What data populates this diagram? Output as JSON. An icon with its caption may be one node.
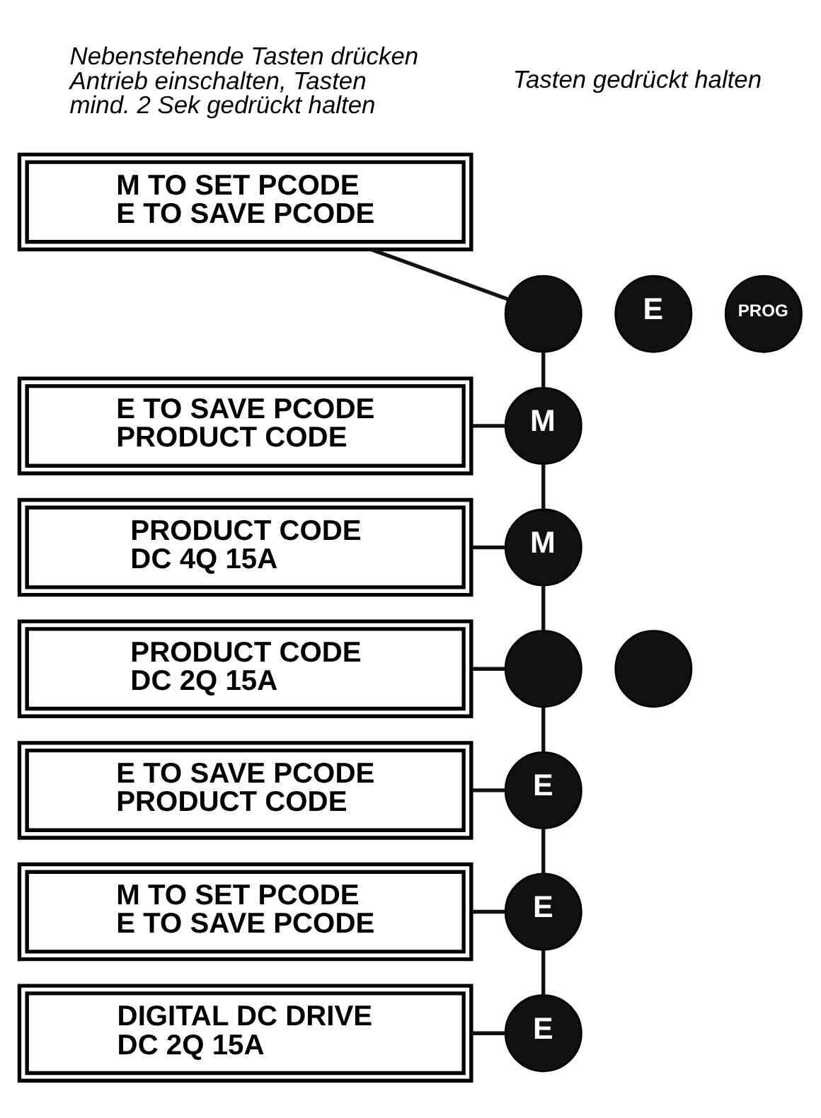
{
  "diagram": {
    "nodes": [
      {
        "text": [],
        "shape": "circle"
      },
      {
        "text": [
          "E"
        ]
      },
      {
        "text": [
          "PROG"
        ]
      },
      {
        "text": [
          "M TO SET PCODE",
          "E TO SAVE PCODE"
        ]
      },
      {
        "text": [
          "M"
        ]
      },
      {
        "text": [
          "E TO SAVE PCODE",
          "PRODUCT CODE"
        ]
      },
      {
        "text": [
          "M"
        ]
      },
      {
        "text": [
          "PRODUCT CODE",
          "DC 4Q 15A"
        ]
      },
      {
        "text": [],
        "shape": "circle"
      },
      {
        "text": [],
        "shape": "circle"
      },
      {
        "text": [
          "PRODUCT CODE",
          "DC 2Q 15A"
        ]
      },
      {
        "text": [
          "E"
        ]
      },
      {
        "text": [
          "E TO SAVE PCODE",
          "PRODUCT CODE"
        ]
      },
      {
        "text": [
          "E"
        ]
      },
      {
        "text": [
          "M TO SET PCODE",
          "E TO SAVE PCODE"
        ]
      },
      {
        "text": [
          "E"
        ]
      },
      {
        "text": [
          "DIGITAL DC DRIVE",
          "DC 2Q 15A"
        ]
      }
    ],
    "edges": [
      {
        "from": 0,
        "to": 3,
        "arrow": "none"
      },
      {
        "from": 0,
        "to": 4,
        "arrow": "none"
      },
      {
        "from": 4,
        "to": 5,
        "arrow": "none"
      },
      {
        "from": 4,
        "to": 6,
        "arrow": "none"
      },
      {
        "from": 6,
        "to": 7,
        "arrow": "none"
      },
      {
        "from": 6,
        "to": 8,
        "arrow": "none"
      },
      {
        "from": 8,
        "to": 10,
        "arrow": "none"
      },
      {
        "from": 8,
        "to": 11,
        "arrow": "none"
      },
      {
        "from": 11,
        "to": 12,
        "arrow": "none"
      },
      {
        "from": 11,
        "to": 13,
        "arrow": "none"
      },
      {
        "from": 13,
        "to": 14,
        "arrow": "none"
      },
      {
        "from": 13,
        "to": 15,
        "arrow": "none"
      },
      {
        "from": 15,
        "to": 16,
        "arrow": "none"
      }
    ],
    "labels": [
      "Tasten gedrückt halten",
      "Nebenstehende Tasten drücken Antrieb einschalten, Tasten mind. 2 Sek gedrückt halten"
    ]
  }
}
